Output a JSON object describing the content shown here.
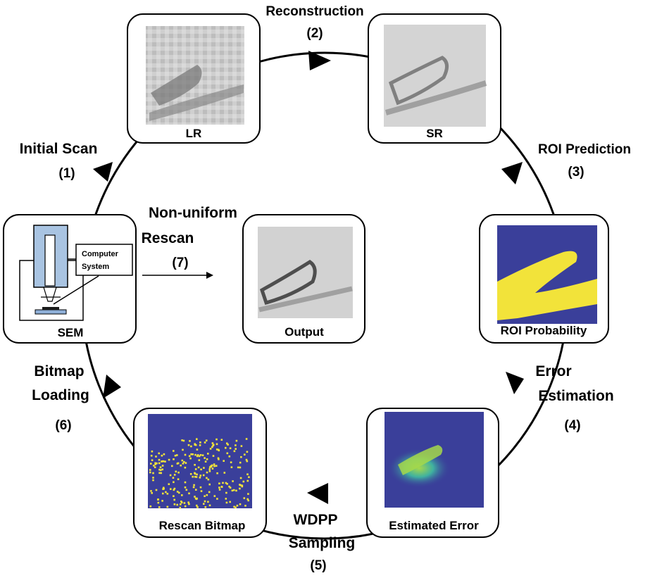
{
  "stages": {
    "initial_scan": {
      "label": "Initial Scan",
      "step": "(1)"
    },
    "reconstruction": {
      "label": "Reconstruction",
      "step": "(2)"
    },
    "roi_prediction": {
      "label": "ROI Prediction",
      "step": "(3)"
    },
    "error_estimation": {
      "line1": "Error",
      "line2": "Estimation",
      "step": "(4)"
    },
    "wdpp_sampling": {
      "line1": "WDPP",
      "line2": "Sampling",
      "step": "(5)"
    },
    "bitmap_loading": {
      "line1": "Bitmap",
      "line2": "Loading",
      "step": "(6)"
    },
    "nonuniform_rescan": {
      "line1": "Non-uniform",
      "line2": "Rescan",
      "step": "(7)"
    }
  },
  "panels": {
    "lr": "LR",
    "sr": "SR",
    "roi_probability": "ROI Probability",
    "estimated_error": "Estimated Error",
    "rescan_bitmap": "Rescan Bitmap",
    "sem": "SEM",
    "output": "Output"
  },
  "sem_schematic": {
    "computer_line1": "Computer",
    "computer_line2": "System"
  },
  "colors": {
    "heatmap_background": "#3a3f9a",
    "heatmap_high": "#f2e33a",
    "heatmap_mid": "#3fb1a0",
    "sem_column": "#a9c4e2",
    "sample_stage": "#8fb0d8"
  }
}
